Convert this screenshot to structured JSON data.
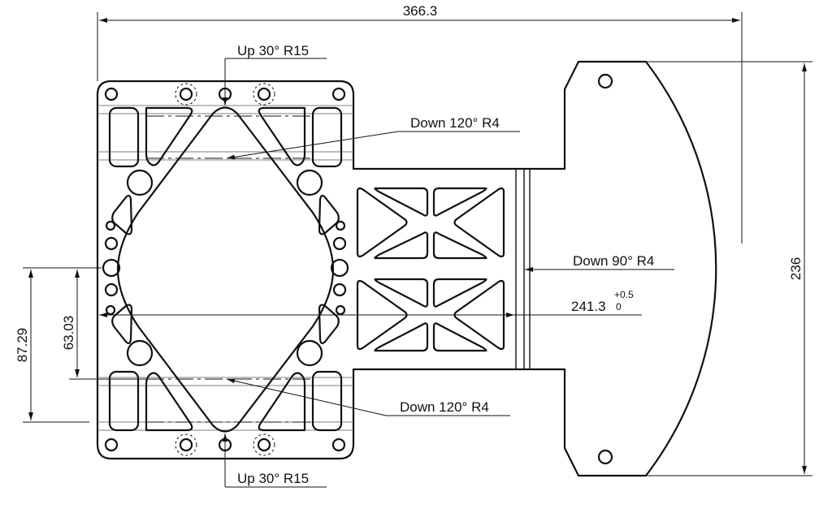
{
  "dimensions": {
    "overall_width": "366.3",
    "overall_height": "236",
    "offset_outer": "87.29",
    "offset_inner": "63.03",
    "center_span": "241.3",
    "center_span_tol_upper": "+0.5",
    "center_span_tol_lower": "0"
  },
  "callouts": {
    "top_up": "Up 30° R15",
    "bottom_up": "Up 30° R15",
    "upper_down": "Down 120° R4",
    "lower_down": "Down 120° R4",
    "right_down": "Down 90° R4"
  }
}
